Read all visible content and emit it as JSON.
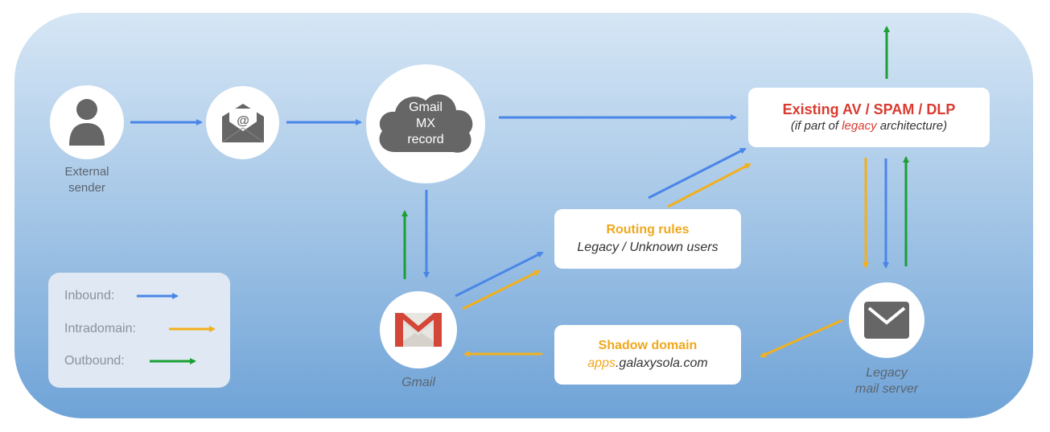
{
  "nodes": {
    "external_sender": {
      "label_line1": "External",
      "label_line2": "sender"
    },
    "gmail_mx": {
      "line1": "Gmail",
      "line2": "MX",
      "line3": "record"
    },
    "existing_filters": {
      "title": "Existing AV / SPAM / DLP",
      "subtitle_prefix": "(if part of ",
      "subtitle_highlight": "legacy",
      "subtitle_suffix": " architecture)"
    },
    "routing_rules": {
      "title": "Routing rules",
      "subtitle": "Legacy / Unknown users"
    },
    "shadow_domain": {
      "title": "Shadow domain",
      "subtitle_prefix": "apps",
      "subtitle_rest": ".galaxysola.com"
    },
    "gmail": {
      "label": "Gmail"
    },
    "legacy_server": {
      "label_line1": "Legacy",
      "label_line2": "mail server"
    }
  },
  "legend": {
    "inbound": "Inbound:",
    "intradomain": "Intradomain:",
    "outbound": "Outbound:"
  },
  "colors": {
    "inbound": "#4a86e8",
    "intradomain": "#f2b01e",
    "outbound": "#1aa034",
    "existing_title": "#d93b30",
    "routing_title": "#f0a81c",
    "icon_gray": "#666666"
  }
}
